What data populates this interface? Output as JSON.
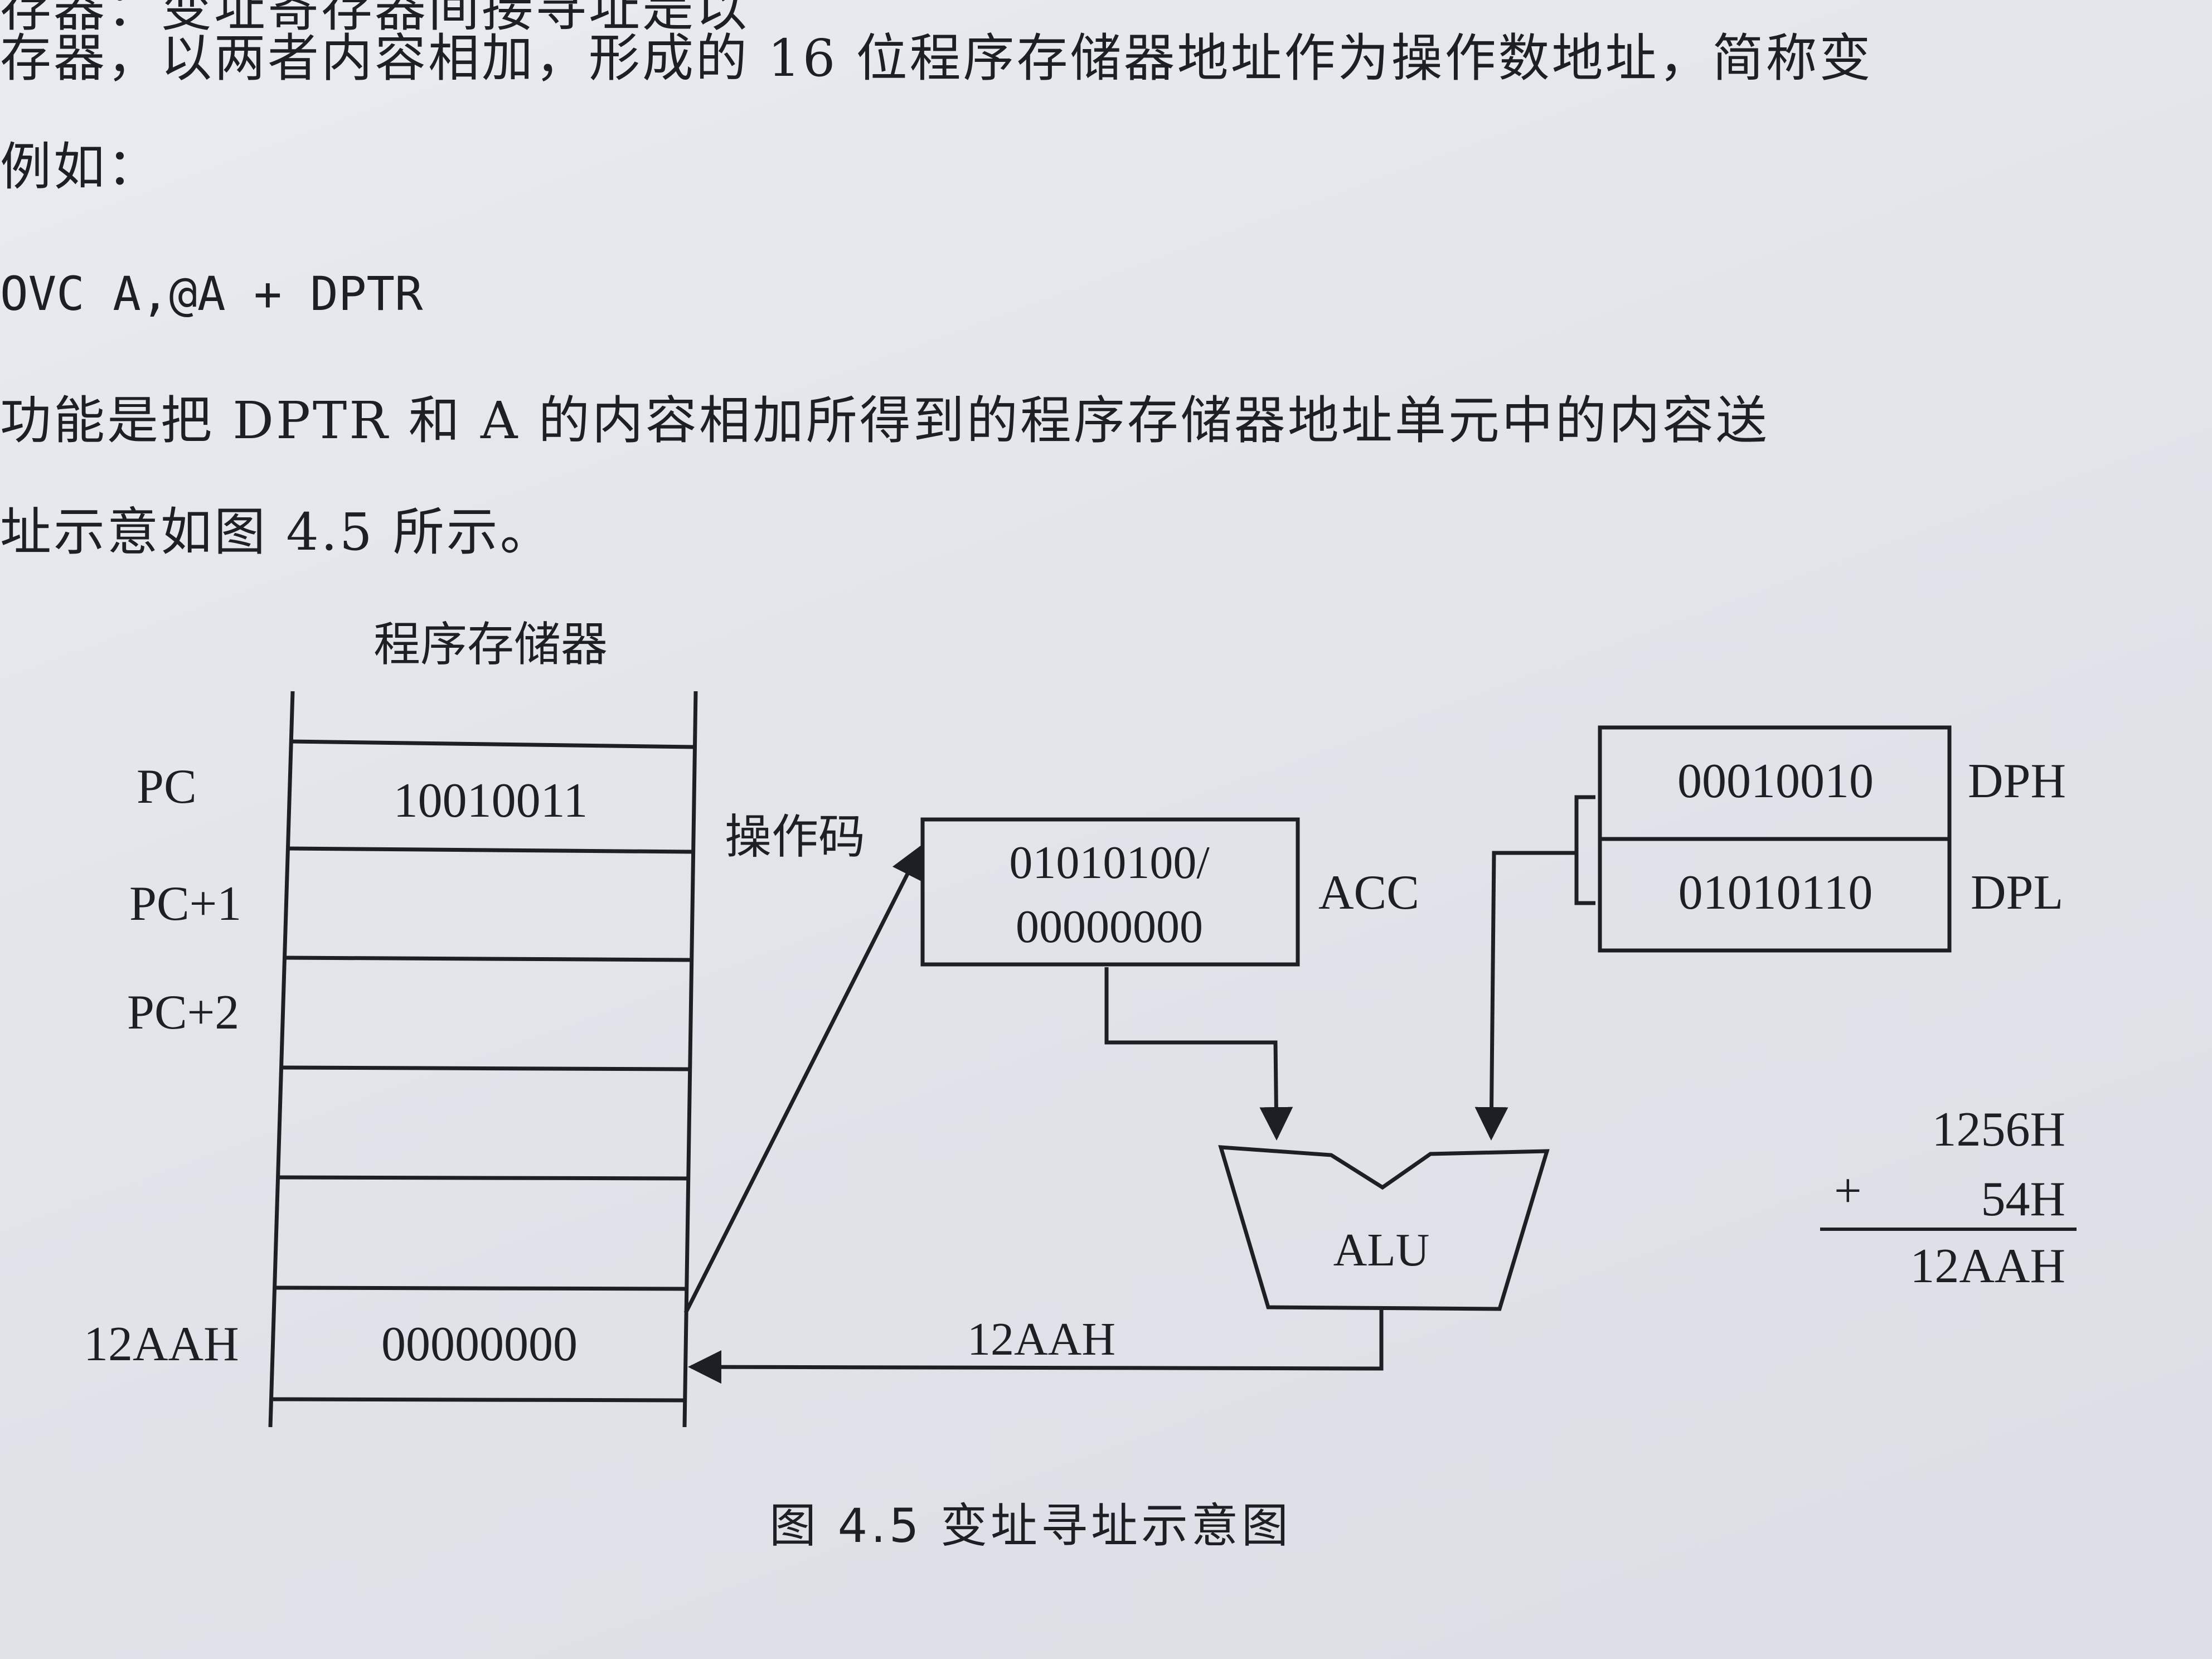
{
  "page": {
    "lines": [
      "存器：变址寄存器间接寻址是以",
      "存器，以两者内容相加，形成的 16 位程序存储器地址作为操作数地址，简称变",
      "例如："
    ],
    "instruction": "OVC   A,@A + DPTR",
    "description": [
      "功能是把 DPTR 和 A 的内容相加所得到的程序存储器地址单元中的内容送",
      "址示意如图 4.5 所示。"
    ]
  },
  "figure": {
    "memory_title": "程序存储器",
    "address_labels": [
      "PC",
      "PC+1",
      "PC+2",
      "12AAH"
    ],
    "memory_cells": [
      "10010011",
      "",
      "",
      "",
      "",
      "00000000"
    ],
    "opcode_label": "操作码",
    "acc": {
      "value_line1": "01010100/",
      "value_line2": "00000000",
      "label": "ACC"
    },
    "dptr": {
      "dph_value": "00010010",
      "dph_label": "DPH",
      "dpl_value": "01010110",
      "dpl_label": "DPL"
    },
    "alu_label": "ALU",
    "result_address": "12AAH",
    "calculation": {
      "operand1": "1256H",
      "plus": "+",
      "operand2": "54H",
      "result": "12AAH"
    },
    "caption": "图 4.5   变址寻址示意图"
  }
}
